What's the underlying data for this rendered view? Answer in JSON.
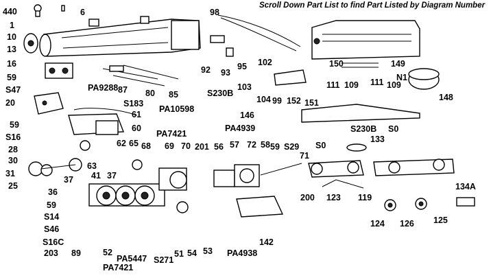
{
  "header": {
    "caption": "Scroll Down Part List to find Part Listed by Diagram Number"
  },
  "labels": {
    "p440": "440",
    "p1": "1",
    "p6": "6",
    "p10": "10",
    "p13": "13",
    "p16": "16",
    "p59a": "59",
    "s47": "S47",
    "p20": "20",
    "p59b": "59",
    "s16": "S16",
    "p28": "28",
    "p30": "30",
    "p31": "31",
    "p25": "25",
    "p37a": "37",
    "p36": "36",
    "p59c": "59",
    "s14": "S14",
    "s46": "S46",
    "s16c": "S16C",
    "p203": "203",
    "p89": "89",
    "p52": "52",
    "pa5447": "PA5447",
    "pa7421b": "PA7421",
    "s271": "S271",
    "p51": "51",
    "p54": "54",
    "p53": "53",
    "pa9288": "PA9288",
    "p87": "87",
    "p80": "80",
    "p85": "85",
    "s183": "S183",
    "pa10598": "PA10598",
    "p61": "61",
    "p60": "60",
    "p62": "62",
    "p65": "65",
    "p68": "68",
    "p63": "63",
    "pa7421a": "PA7421",
    "p69": "69",
    "p70": "70",
    "p41": "41",
    "p37b": "37",
    "p98": "98",
    "p92": "92",
    "p93": "93",
    "p95": "95",
    "p102": "102",
    "p103": "103",
    "p104": "104",
    "s230b_a": "S230B",
    "p99": "99",
    "p150": "150",
    "p149": "149",
    "p111a": "111",
    "p109a": "109",
    "p111b": "111",
    "p109b": "109",
    "n1": "N1",
    "p148": "148",
    "p152": "152",
    "p151": "151",
    "p146": "146",
    "pa4939": "PA4939",
    "s230b_b": "S230B",
    "s0a": "S0",
    "s0b": "S0",
    "p133": "133",
    "p201": "201",
    "p56": "56",
    "p57": "57",
    "p72": "72",
    "p58": "58",
    "p59d": "59",
    "s29": "S29",
    "p71": "71",
    "p200": "200",
    "p123": "123",
    "p119": "119",
    "p134a": "134A",
    "p124": "124",
    "p126": "126",
    "p125": "125",
    "p142": "142",
    "pa4938": "PA4938"
  }
}
